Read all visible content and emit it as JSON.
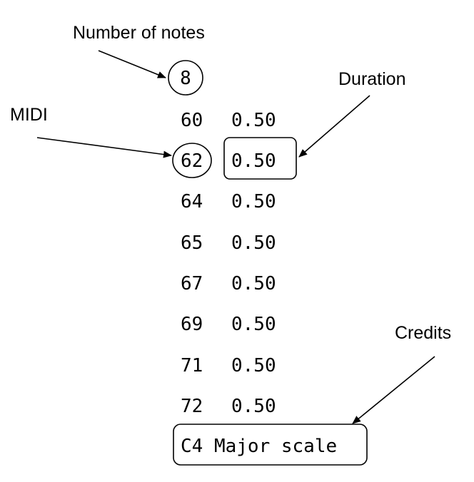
{
  "annotations": {
    "number_of_notes": "Number of notes",
    "duration": "Duration",
    "midi": "MIDI",
    "credits": "Credits"
  },
  "file": {
    "count": "8",
    "notes": [
      {
        "midi": "60",
        "duration": "0.50"
      },
      {
        "midi": "62",
        "duration": "0.50"
      },
      {
        "midi": "64",
        "duration": "0.50"
      },
      {
        "midi": "65",
        "duration": "0.50"
      },
      {
        "midi": "67",
        "duration": "0.50"
      },
      {
        "midi": "69",
        "duration": "0.50"
      },
      {
        "midi": "71",
        "duration": "0.50"
      },
      {
        "midi": "72",
        "duration": "0.50"
      }
    ],
    "credits": "C4 Major scale"
  }
}
